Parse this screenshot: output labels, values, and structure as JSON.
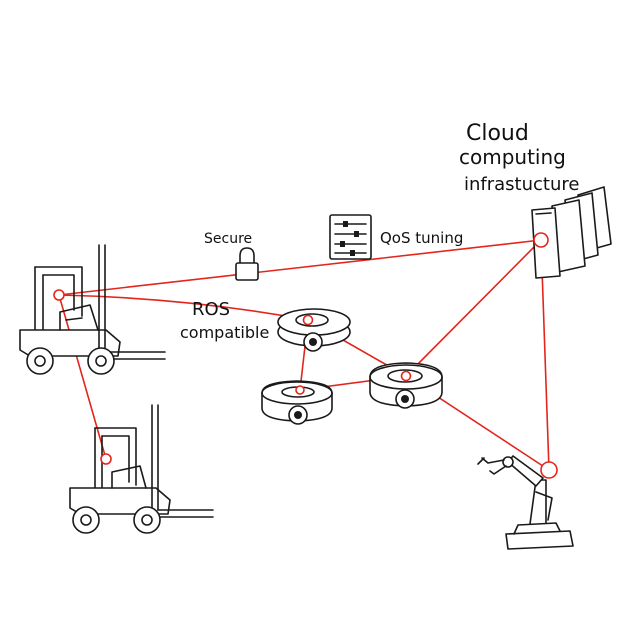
{
  "labels": {
    "cloud_line1": "Cloud",
    "cloud_line2": "computing",
    "cloud_line3": "infrastucture",
    "secure": "Secure",
    "qos": "QoS tuning",
    "ros_line1": "ROS",
    "ros_line2": "compatible"
  },
  "icons": {
    "forklift": "forklift-icon",
    "robot": "mobile-robot-icon",
    "servers": "server-rack-icon",
    "lock": "padlock-icon",
    "settings": "sliders-panel-icon",
    "arm": "robotic-arm-icon"
  },
  "colors": {
    "link": "#e3261c",
    "ink": "#1a1a1a"
  }
}
